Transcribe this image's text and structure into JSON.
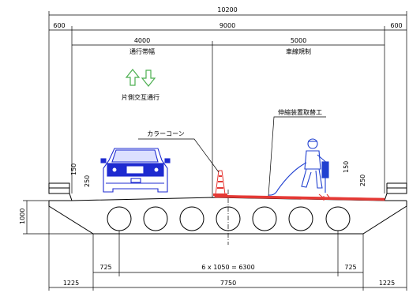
{
  "dimensions": {
    "total_width": "10200",
    "left_margin_top": "600",
    "right_margin_top": "600",
    "inner_width": "9000",
    "lane_width": "4000",
    "closure_width": "5000",
    "slab_depth": "1000",
    "left_curb_height": "150",
    "left_curb_depth": "250",
    "right_curb_height": "150",
    "right_curb_depth": "250",
    "void_offset_left": "725",
    "void_spacing": "6 x 1050 = 6300",
    "void_offset_right": "725",
    "bottom_left": "1225",
    "bottom_center": "7750",
    "bottom_right": "1225"
  },
  "labels": {
    "lane_width_caption": "通行帯幅",
    "closure_caption": "車線規制",
    "alternating_traffic": "片側交互通行",
    "color_cone": "カラーコーン",
    "joint_replacement": "伸縮装置取替工"
  },
  "colors": {
    "line": "#000000",
    "traffic_arrow": "#4caf50",
    "work_zone": "#e53935",
    "car_fill": "#1e2bd0",
    "worker": "#2040d0"
  },
  "icons": {
    "traffic_arrows": "up-down-arrows-icon",
    "car": "car-icon",
    "cone": "traffic-cone-icon",
    "worker": "jackhammer-worker-icon"
  }
}
